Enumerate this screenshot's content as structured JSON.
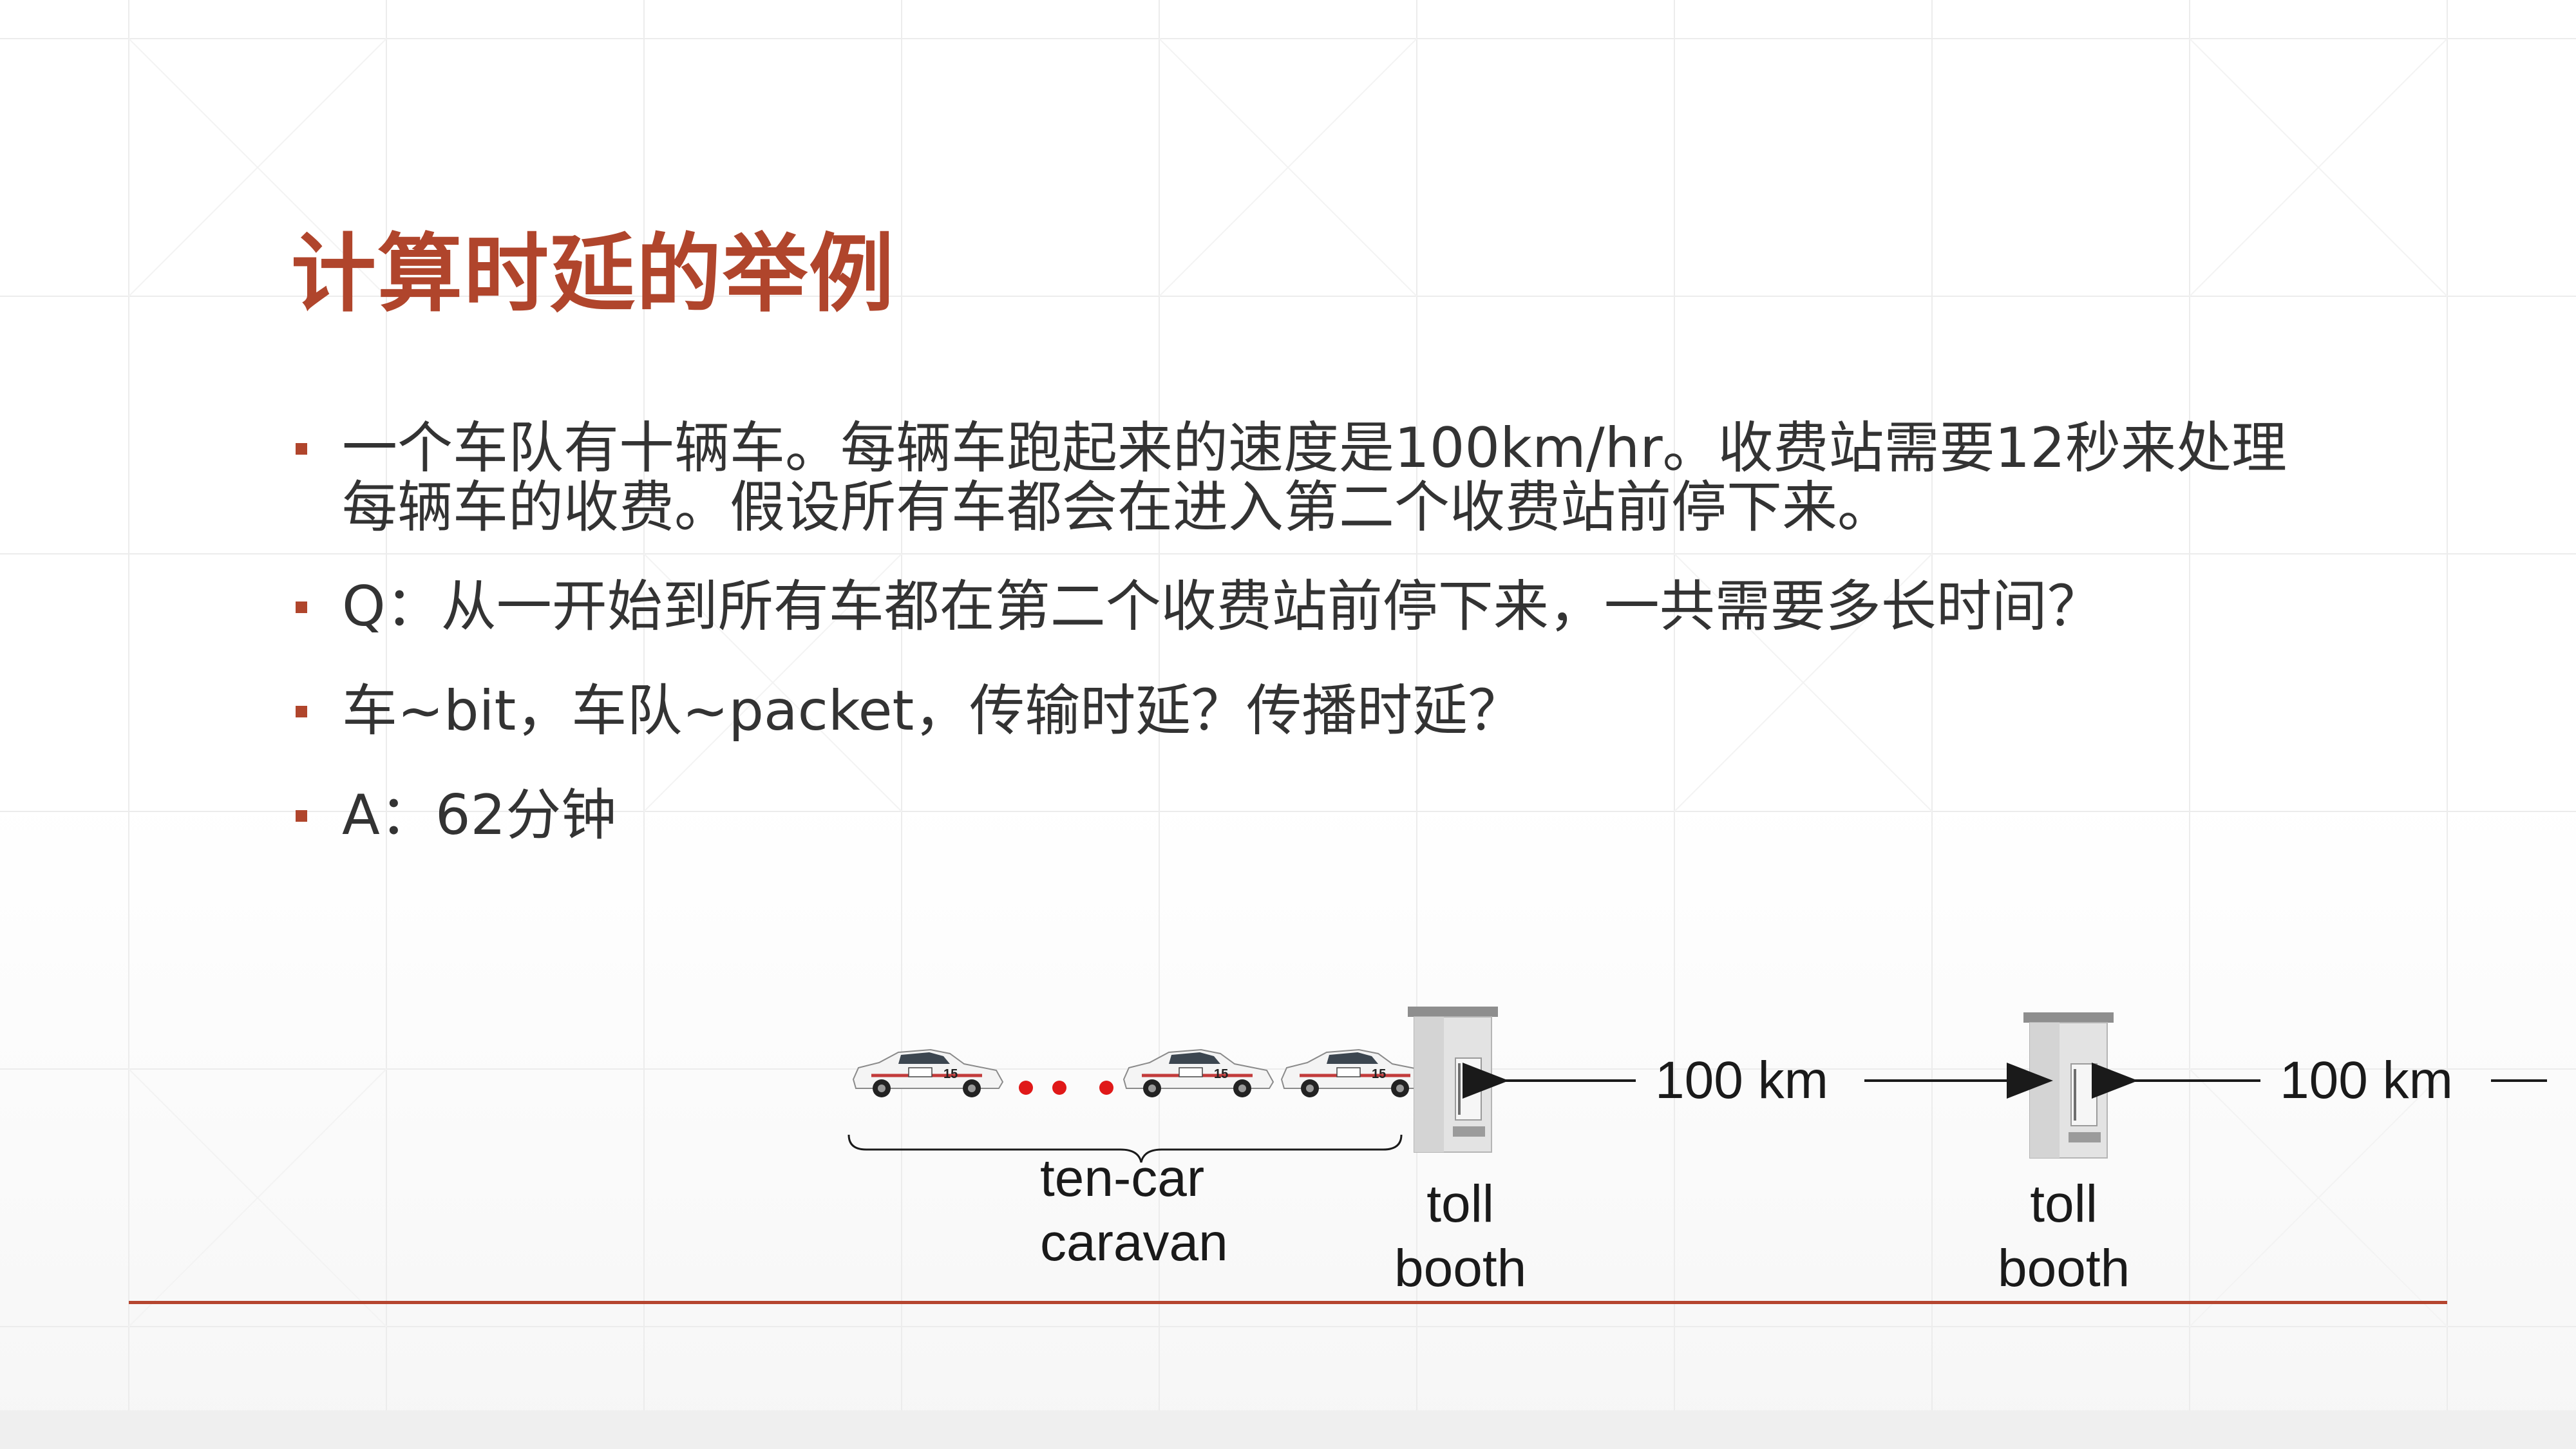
{
  "slide": {
    "title": "计算时延的举例",
    "bullets": [
      "一个车队有十辆车。每辆车跑起来的速度是100km/hr。收费站需要12秒来处理每辆车的收费。假设所有车都会在进入第二个收费站前停下来。",
      "Q：从一开始到所有车都在第二个收费站前停下来，一共需要多长时间？",
      "车~bit，车队~packet，传输时延？传播时延？",
      "A：62分钟"
    ]
  },
  "diagram": {
    "caravan_label_line1": "ten-car",
    "caravan_label_line2": "caravan",
    "booth1_label_line1": "toll",
    "booth1_label_line2": "booth",
    "booth2_label_line1": "toll",
    "booth2_label_line2": "booth",
    "distance1": "100 km",
    "distance2": "100 km",
    "car_count_shown": 3,
    "ellipsis_dots": 3
  },
  "colors": {
    "accent": "#b0452c",
    "body_text": "#333333",
    "rule": "#b5452f",
    "dots": "#e01818"
  }
}
